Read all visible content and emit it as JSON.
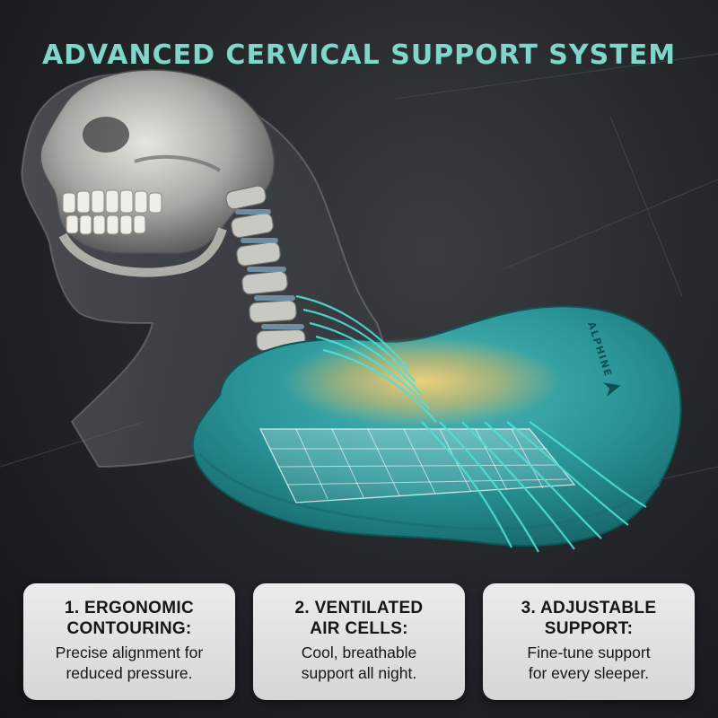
{
  "headline": "ADVANCED CERVICAL SUPPORT SYSTEM",
  "pillow": {
    "brand": "ALPHINE"
  },
  "features": [
    {
      "heading_line1": "1. ERGONOMIC",
      "heading_line2": "CONTOURING:",
      "body_line1": "Precise alignment for",
      "body_line2": "reduced pressure."
    },
    {
      "heading_line1": "2. VENTILATED",
      "heading_line2": "AIR CELLS:",
      "body_line1": "Cool, breathable",
      "body_line2": "support all night."
    },
    {
      "heading_line1": "3. ADJUSTABLE",
      "heading_line2": "SUPPORT:",
      "body_line1": "Fine-tune support",
      "body_line2": "for every sleeper."
    }
  ],
  "colors": {
    "headline": "#7fd6cb",
    "pillow_teal": "#2a969a",
    "pressure_glow": "#f0c060",
    "airflow": "#4fe0d6",
    "card_bg": "#e4e4e4"
  },
  "icons": [
    "skull-illustration",
    "spine-illustration",
    "pillow-illustration",
    "airflow-lines",
    "brand-logo-icon"
  ]
}
